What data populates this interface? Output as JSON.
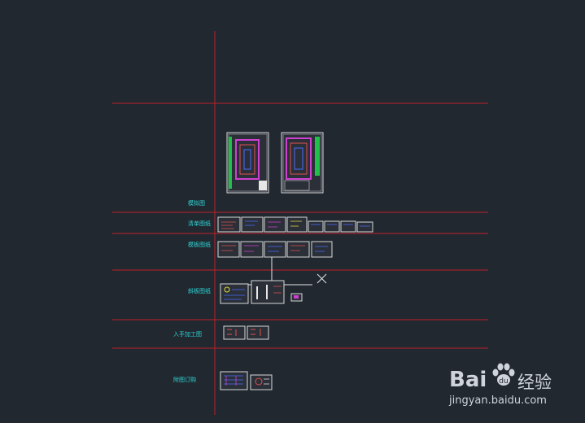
{
  "rows": [
    {
      "label": "模拟图"
    },
    {
      "label": "清单图纸"
    },
    {
      "label": "模板图纸"
    },
    {
      "label": "斜板图纸"
    },
    {
      "label": "入手加工图"
    },
    {
      "label": "附图订购"
    }
  ],
  "watermark": {
    "brand_left": "Bai",
    "brand_right": "经验",
    "url": "jingyan.baidu.com"
  },
  "colors": {
    "background": "#212830",
    "grid_line": "#c0202a",
    "label_text": "#2fd6d6",
    "sheet_border": "#d8d8d8",
    "cursor": "#e6e6e6"
  }
}
